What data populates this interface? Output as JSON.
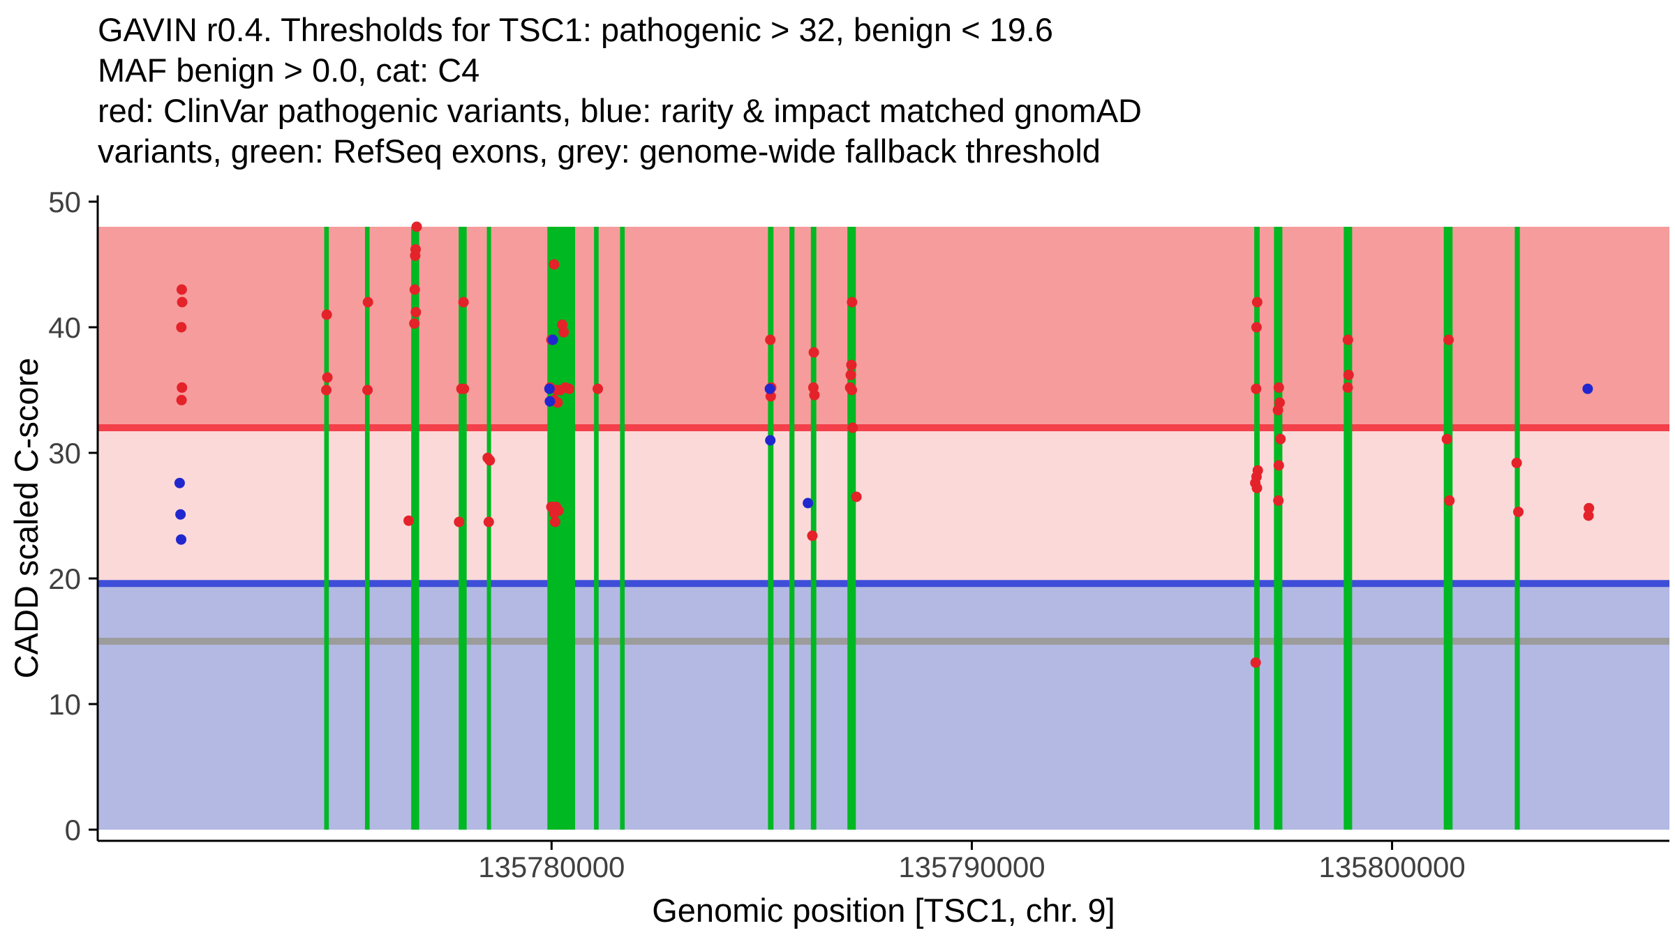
{
  "chart_data": {
    "type": "scatter",
    "title_lines": [
      "GAVIN r0.4. Thresholds for TSC1: pathogenic > 32, benign < 19.6",
      "MAF benign > 0.0, cat: C4",
      "red: ClinVar pathogenic variants, blue: rarity & impact matched gnomAD",
      "variants, green: RefSeq exons, grey: genome-wide fallback threshold"
    ],
    "xlabel": "Genomic position [TSC1, chr. 9]",
    "ylabel": "CADD scaled C-score",
    "xlim": [
      135769200,
      135806600
    ],
    "ylim": [
      0,
      50
    ],
    "x_ticks": [
      135780000,
      135790000,
      135800000
    ],
    "x_tick_labels": [
      "135780000",
      "135790000",
      "135800000"
    ],
    "y_ticks": [
      0,
      10,
      20,
      30,
      40,
      50
    ],
    "y_tick_labels": [
      "0",
      "10",
      "20",
      "30",
      "40",
      "50"
    ],
    "regions": [
      {
        "name": "benign-zone",
        "from": 0,
        "to": 19.6,
        "color": "#B3B9E3"
      },
      {
        "name": "vus-zone",
        "from": 19.6,
        "to": 32,
        "color": "#FBD9D9"
      },
      {
        "name": "pathogenic-zone",
        "from": 32,
        "to": 48,
        "color": "#F69C9C"
      }
    ],
    "threshold_lines": [
      {
        "name": "genome-wide-fallback",
        "value": 15,
        "color": "#9C9C9C"
      },
      {
        "name": "benign-threshold",
        "value": 19.6,
        "color": "#3E4ED8"
      },
      {
        "name": "pathogenic-threshold",
        "value": 32,
        "color": "#F3404A"
      }
    ],
    "exons": {
      "name": "RefSeq exons",
      "color": "#00B822",
      "top": 48,
      "bottom": 0,
      "ranges": [
        [
          135774590,
          135774700
        ],
        [
          135775560,
          135775670
        ],
        [
          135776660,
          135776850
        ],
        [
          135777790,
          135777980
        ],
        [
          135778460,
          135778560
        ],
        [
          135779900,
          135780560
        ],
        [
          135781010,
          135781120
        ],
        [
          135781630,
          135781740
        ],
        [
          135785150,
          135785280
        ],
        [
          135785660,
          135785780
        ],
        [
          135786170,
          135786300
        ],
        [
          135787040,
          135787240
        ],
        [
          135796720,
          135796850
        ],
        [
          135797190,
          135797390
        ],
        [
          135798850,
          135799050
        ],
        [
          135801230,
          135801440
        ],
        [
          135802920,
          135803040
        ]
      ]
    },
    "series": [
      {
        "name": "ClinVar pathogenic variants",
        "color": "#E4222A",
        "points": [
          [
            135771200,
            43.0
          ],
          [
            135771210,
            42.0
          ],
          [
            135771190,
            40.0
          ],
          [
            135771205,
            35.2
          ],
          [
            135771195,
            34.2
          ],
          [
            135774650,
            41.0
          ],
          [
            135774665,
            36.0
          ],
          [
            135774640,
            35.0
          ],
          [
            135775630,
            42.0
          ],
          [
            135775620,
            35.0
          ],
          [
            135776790,
            48.0
          ],
          [
            135776765,
            46.2
          ],
          [
            135776755,
            45.7
          ],
          [
            135776745,
            43.0
          ],
          [
            135776770,
            41.2
          ],
          [
            135776735,
            40.3
          ],
          [
            135776600,
            24.6
          ],
          [
            135777905,
            42.0
          ],
          [
            135777855,
            35.1
          ],
          [
            135777915,
            35.1
          ],
          [
            135777800,
            24.5
          ],
          [
            135778480,
            29.6
          ],
          [
            135778530,
            29.4
          ],
          [
            135778505,
            24.5
          ],
          [
            135780060,
            45.0
          ],
          [
            135780255,
            40.2
          ],
          [
            135780290,
            39.6
          ],
          [
            135779995,
            39.0
          ],
          [
            135779965,
            35.2
          ],
          [
            135780125,
            35.0
          ],
          [
            135780205,
            35.0
          ],
          [
            135780325,
            35.2
          ],
          [
            135780420,
            35.1
          ],
          [
            135780065,
            34.2
          ],
          [
            135780145,
            34.0
          ],
          [
            135779995,
            25.7
          ],
          [
            135780065,
            25.2
          ],
          [
            135780105,
            25.7
          ],
          [
            135780165,
            25.4
          ],
          [
            135780085,
            24.5
          ],
          [
            135781100,
            35.1
          ],
          [
            135785205,
            39.0
          ],
          [
            135785225,
            35.2
          ],
          [
            135785215,
            34.5
          ],
          [
            135786240,
            38.0
          ],
          [
            135786230,
            35.2
          ],
          [
            135786255,
            34.6
          ],
          [
            135786205,
            23.4
          ],
          [
            135787150,
            42.0
          ],
          [
            135787135,
            37.0
          ],
          [
            135787120,
            36.2
          ],
          [
            135787105,
            35.2
          ],
          [
            135787145,
            35.0
          ],
          [
            135787165,
            32.0
          ],
          [
            135787255,
            26.5
          ],
          [
            135796790,
            42.0
          ],
          [
            135796775,
            40.0
          ],
          [
            135796765,
            35.1
          ],
          [
            135796805,
            28.6
          ],
          [
            135796775,
            28.1
          ],
          [
            135796745,
            27.6
          ],
          [
            135796785,
            27.2
          ],
          [
            135796755,
            13.3
          ],
          [
            135797305,
            35.2
          ],
          [
            135797325,
            34.0
          ],
          [
            135797285,
            33.4
          ],
          [
            135797345,
            31.1
          ],
          [
            135797305,
            29.0
          ],
          [
            135797295,
            26.2
          ],
          [
            135798950,
            39.0
          ],
          [
            135798965,
            36.2
          ],
          [
            135798945,
            35.2
          ],
          [
            135801345,
            39.0
          ],
          [
            135801305,
            31.1
          ],
          [
            135801365,
            26.2
          ],
          [
            135802965,
            29.2
          ],
          [
            135803005,
            25.3
          ],
          [
            135804685,
            25.6
          ],
          [
            135804675,
            25.0
          ]
        ]
      },
      {
        "name": "rarity & impact matched gnomAD variants",
        "color": "#2127CE",
        "points": [
          [
            135771150,
            27.6
          ],
          [
            135771170,
            25.1
          ],
          [
            135771185,
            23.1
          ],
          [
            135780030,
            39.0
          ],
          [
            135779950,
            35.1
          ],
          [
            135779960,
            34.1
          ],
          [
            135785195,
            35.1
          ],
          [
            135785205,
            31.0
          ],
          [
            135786100,
            26.0
          ],
          [
            135804655,
            35.1
          ]
        ]
      }
    ],
    "style": {
      "point_radius": 7.5,
      "threshold_line_width": 10,
      "axis_color": "#000000",
      "tick_label_color": "#404040"
    }
  }
}
